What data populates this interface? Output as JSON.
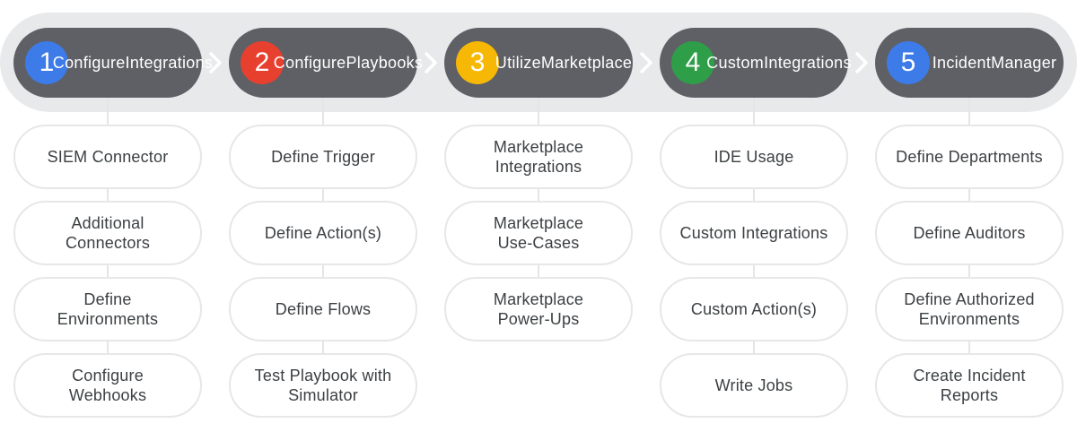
{
  "colors": {
    "band": "#e8e9ea",
    "header": "#5e6066",
    "step_text": "#3c4043",
    "step_border": "#e6e7e8",
    "connector": "#e4e5e6",
    "chevron": "#ffffff"
  },
  "columns": [
    {
      "number": "1",
      "title_line1": "Configure",
      "title_line2": "Integrations",
      "color": "#3d7be8",
      "steps": [
        {
          "line1": "SIEM Connector",
          "line2": ""
        },
        {
          "line1": "Additional",
          "line2": "Connectors"
        },
        {
          "line1": "Define",
          "line2": "Environments"
        },
        {
          "line1": "Configure",
          "line2": "Webhooks"
        }
      ]
    },
    {
      "number": "2",
      "title_line1": "Configure",
      "title_line2": "Playbooks",
      "color": "#e8402f",
      "steps": [
        {
          "line1": "Define Trigger",
          "line2": ""
        },
        {
          "line1": "Define Action(s)",
          "line2": ""
        },
        {
          "line1": "Define Flows",
          "line2": ""
        },
        {
          "line1": "Test Playbook with",
          "line2": "Simulator"
        }
      ]
    },
    {
      "number": "3",
      "title_line1": "Utilize",
      "title_line2": "Marketplace",
      "color": "#f7b805",
      "steps": [
        {
          "line1": "Marketplace",
          "line2": "Integrations"
        },
        {
          "line1": "Marketplace",
          "line2": "Use-Cases"
        },
        {
          "line1": "Marketplace",
          "line2": "Power-Ups"
        }
      ]
    },
    {
      "number": "4",
      "title_line1": "Custom",
      "title_line2": "Integrations",
      "color": "#2f9e48",
      "steps": [
        {
          "line1": "IDE Usage",
          "line2": ""
        },
        {
          "line1": "Custom Integrations",
          "line2": ""
        },
        {
          "line1": "Custom Action(s)",
          "line2": ""
        },
        {
          "line1": "Write Jobs",
          "line2": ""
        }
      ]
    },
    {
      "number": "5",
      "title_line1": "Incident",
      "title_line2": "Manager",
      "color": "#3d7be8",
      "steps": [
        {
          "line1": "Define Departments",
          "line2": ""
        },
        {
          "line1": "Define Auditors",
          "line2": ""
        },
        {
          "line1": "Define Authorized",
          "line2": "Environments"
        },
        {
          "line1": "Create Incident",
          "line2": "Reports"
        }
      ]
    }
  ]
}
